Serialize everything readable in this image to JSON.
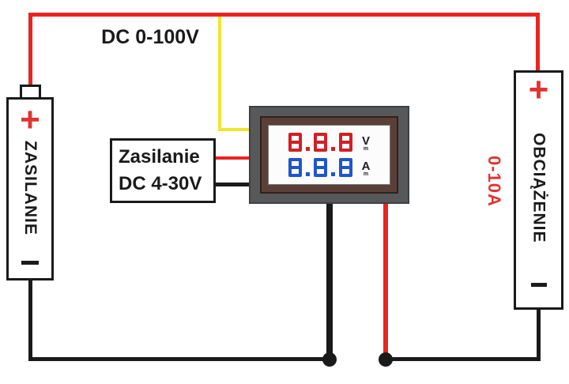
{
  "diagram": {
    "top_label": "DC 0-100V",
    "current_range_label": "0-10A",
    "power_supply_box": {
      "label": "ZASILANIE",
      "plus": "+",
      "minus": "−"
    },
    "load_box": {
      "label": "OBCIĄŻENIE",
      "plus": "+",
      "minus": "−"
    },
    "meter_label_box": {
      "line1": "Zasilanie",
      "line2": "DC 4-30V"
    },
    "meter": {
      "voltage_value": "8.8.8",
      "voltage_unit": "V",
      "voltage_unit_sub": "m",
      "current_value": "8.8.8",
      "current_unit": "A",
      "current_unit_sub": "m"
    },
    "colors": {
      "wire_red": "#ea2420",
      "wire_yellow": "#f0e72e",
      "wire_black": "#1a1a1a",
      "accent_red": "#e03432",
      "digit_red": "#d02025",
      "digit_blue": "#1e57c8",
      "frame_gray": "#57585a",
      "bezel_brown": "#5a4038",
      "text_black": "#1a1a1a"
    }
  }
}
